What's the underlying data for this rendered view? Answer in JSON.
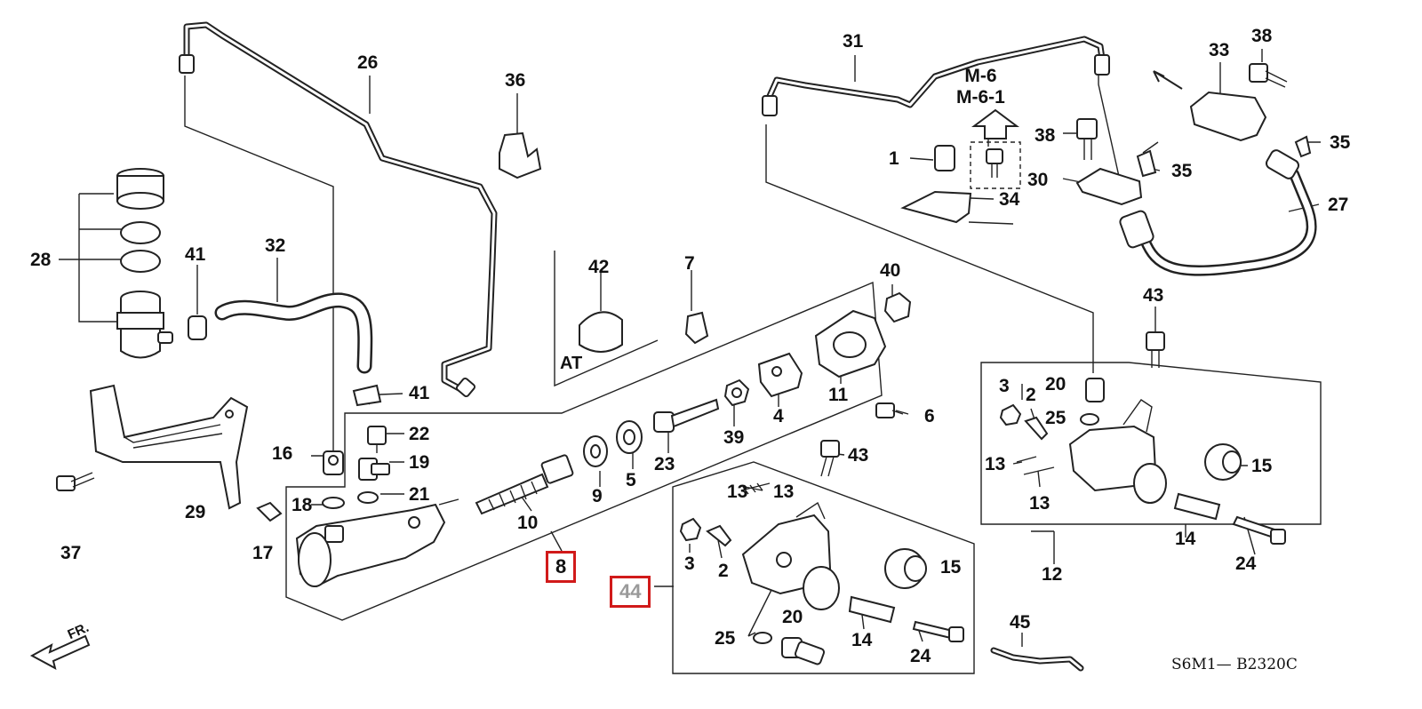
{
  "labels": {
    "p1": "1",
    "p2a": "2",
    "p2b": "2",
    "p3a": "3",
    "p3b": "3",
    "p4": "4",
    "p5": "5",
    "p6": "6",
    "p7": "7",
    "p8": "8",
    "p9": "9",
    "p10": "10",
    "p11": "11",
    "p12": "12",
    "p13a": "13",
    "p13b": "13",
    "p13c": "13",
    "p13d": "13",
    "p14a": "14",
    "p14b": "14",
    "p15a": "15",
    "p15b": "15",
    "p16": "16",
    "p17": "17",
    "p18": "18",
    "p19": "19",
    "p20a": "20",
    "p20b": "20",
    "p21": "21",
    "p22": "22",
    "p23": "23",
    "p24a": "24",
    "p24b": "24",
    "p25a": "25",
    "p25b": "25",
    "p26": "26",
    "p27": "27",
    "p28": "28",
    "p29": "29",
    "p30": "30",
    "p31": "31",
    "p32": "32",
    "p33": "33",
    "p34": "34",
    "p35a": "35",
    "p35b": "35",
    "p36": "36",
    "p37": "37",
    "p38a": "38",
    "p38b": "38",
    "p39": "39",
    "p40": "40",
    "p41a": "41",
    "p41b": "41",
    "p42": "42",
    "p43a": "43",
    "p43b": "43",
    "p44": "44",
    "p45": "45"
  },
  "ref_note": "M-6\nM-6-1",
  "at_label": "AT",
  "diagram_code": "S6M1— B2320C",
  "front_label": "FR."
}
